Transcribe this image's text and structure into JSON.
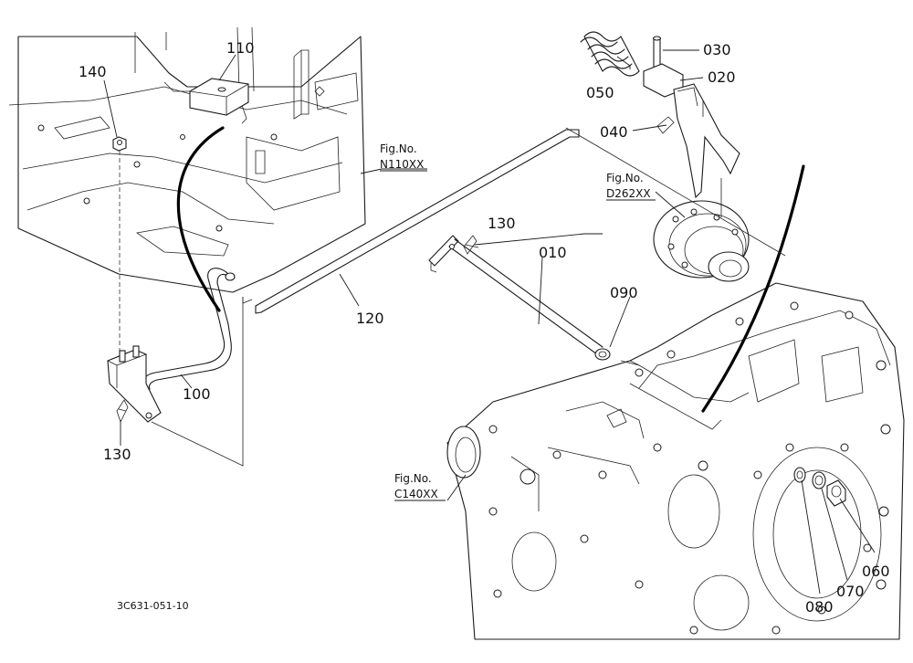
{
  "callouts": {
    "p010": "010",
    "p020": "020",
    "p030": "030",
    "p040": "040",
    "p050": "050",
    "p060": "060",
    "p070": "070",
    "p080": "080",
    "p090": "090",
    "p100": "100",
    "p110": "110",
    "p120": "120",
    "p130_upper": "130",
    "p130_lower": "130",
    "p140": "140"
  },
  "figure_refs": {
    "n110": {
      "label": "Fig.No.",
      "code": "N110XX"
    },
    "d262": {
      "label": "Fig.No.",
      "code": "D262XX"
    },
    "c140": {
      "label": "Fig.No.",
      "code": "C140XX"
    }
  },
  "drawing_code": "3C631-051-10"
}
